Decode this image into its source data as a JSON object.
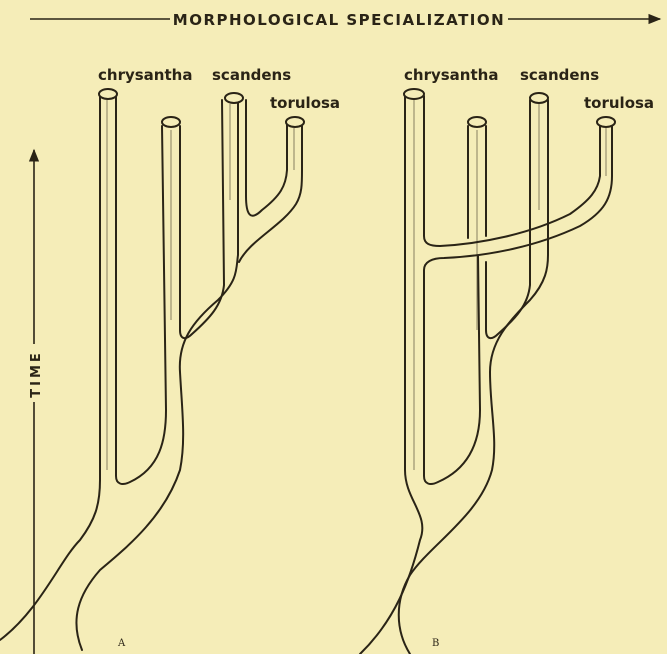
{
  "axis_top_label": "MORPHOLOGICAL SPECIALIZATION",
  "axis_left_label": "TIME",
  "species": {
    "chrysantha": "chrysantha",
    "scandens": "scandens",
    "torulosa": "torulosa"
  },
  "panels": {
    "a": "A",
    "b": "B"
  }
}
